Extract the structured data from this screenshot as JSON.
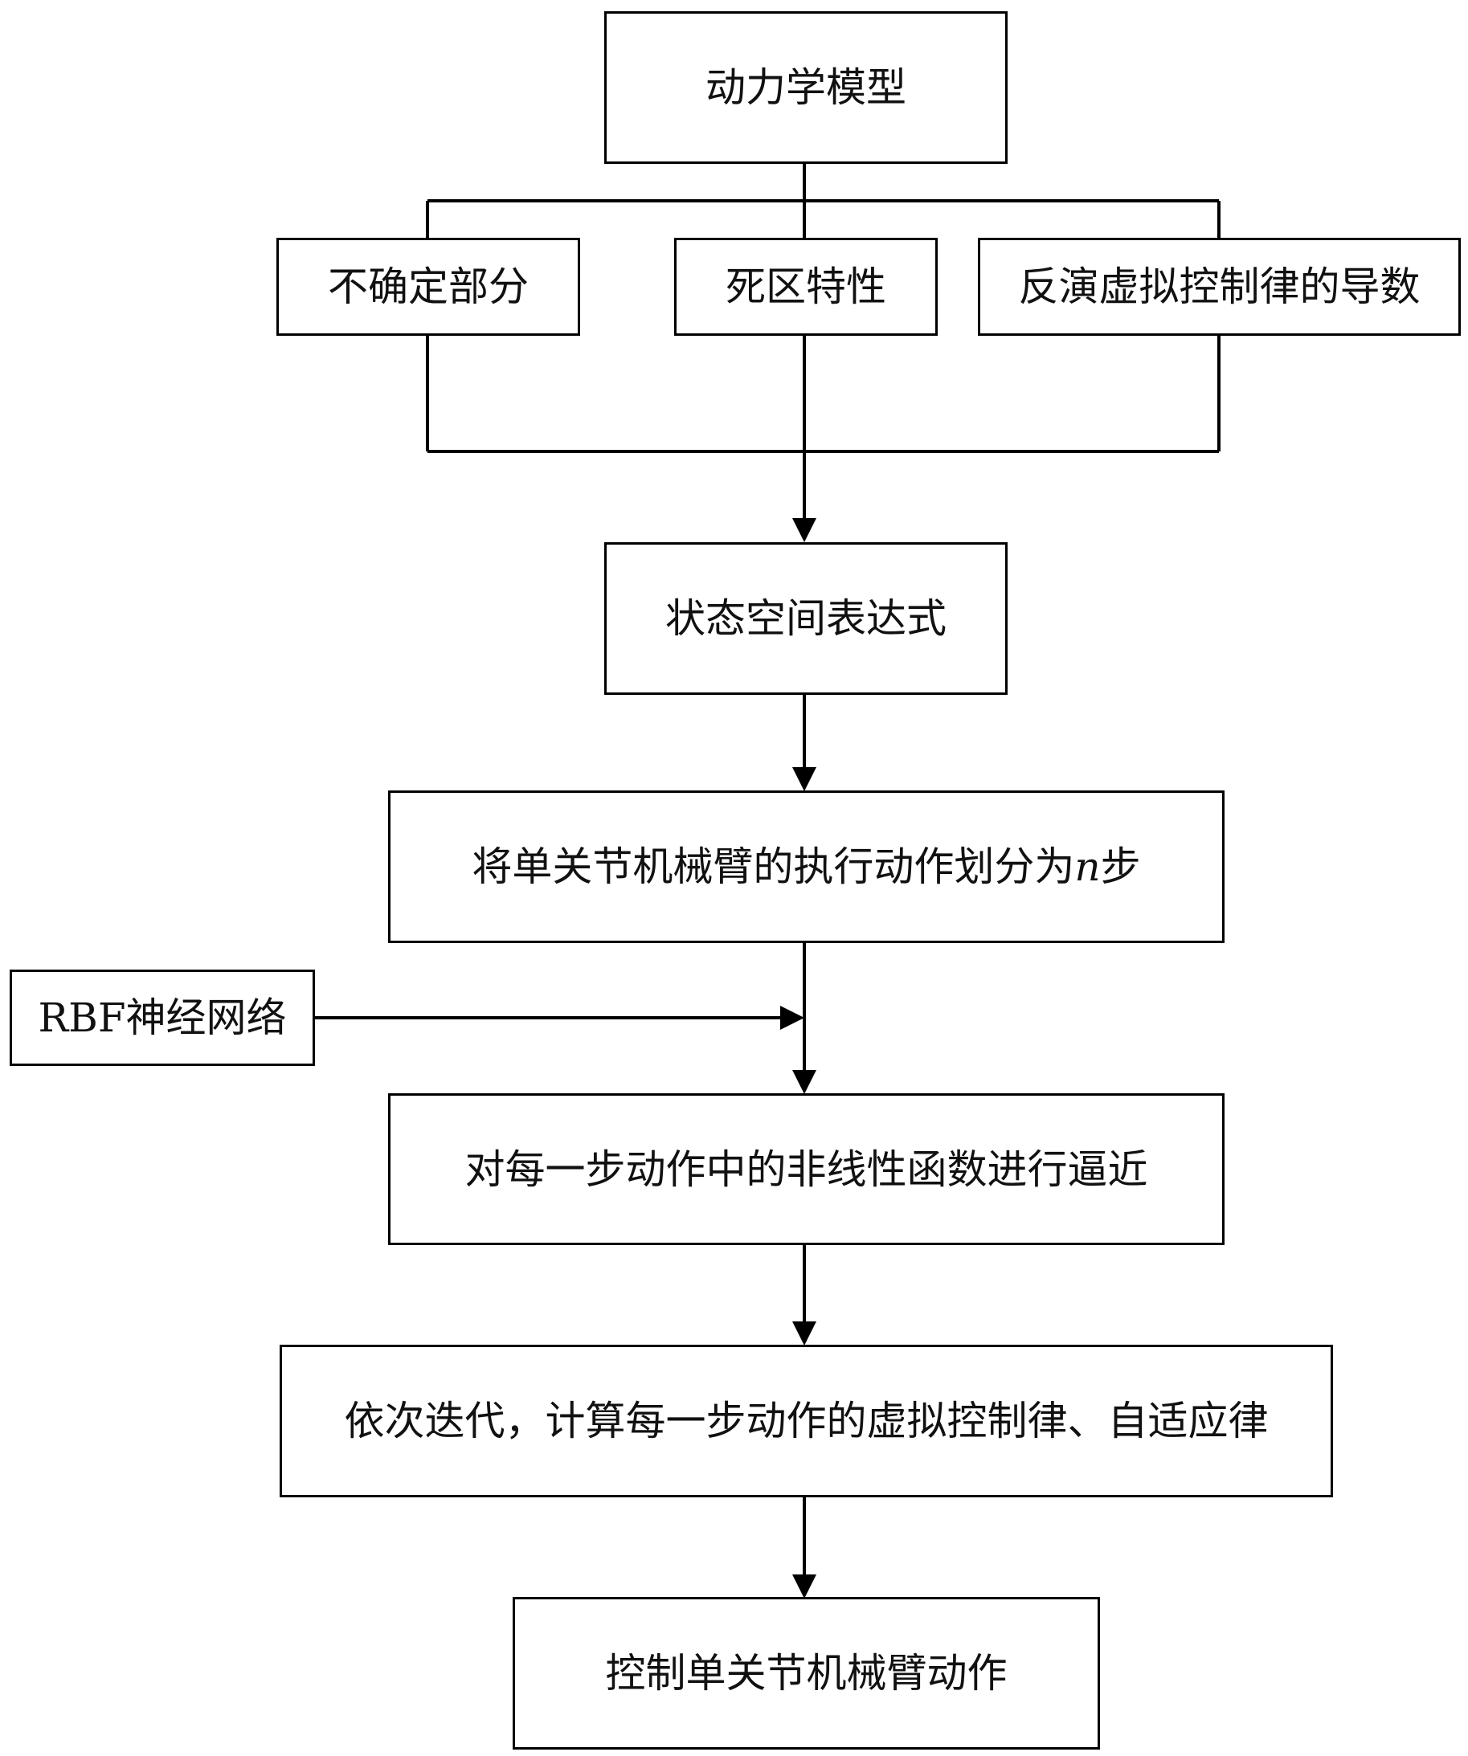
{
  "nodes": {
    "dynamics_model": "动力学模型",
    "uncertain_part": "不确定部分",
    "dead_zone": "死区特性",
    "backstepping_derivative": "反演虚拟控制律的导数",
    "state_space": "状态空间表达式",
    "divide_steps": {
      "prefix": "将单关节机械臂的执行动作划分为",
      "var": "n",
      "suffix": "步"
    },
    "rbf_network": "RBF神经网络",
    "approximate": "对每一步动作中的非线性函数进行逼近",
    "iterate": "依次迭代，计算每一步动作的虚拟控制律、自适应律",
    "control_arm": "控制单关节机械臂动作"
  }
}
